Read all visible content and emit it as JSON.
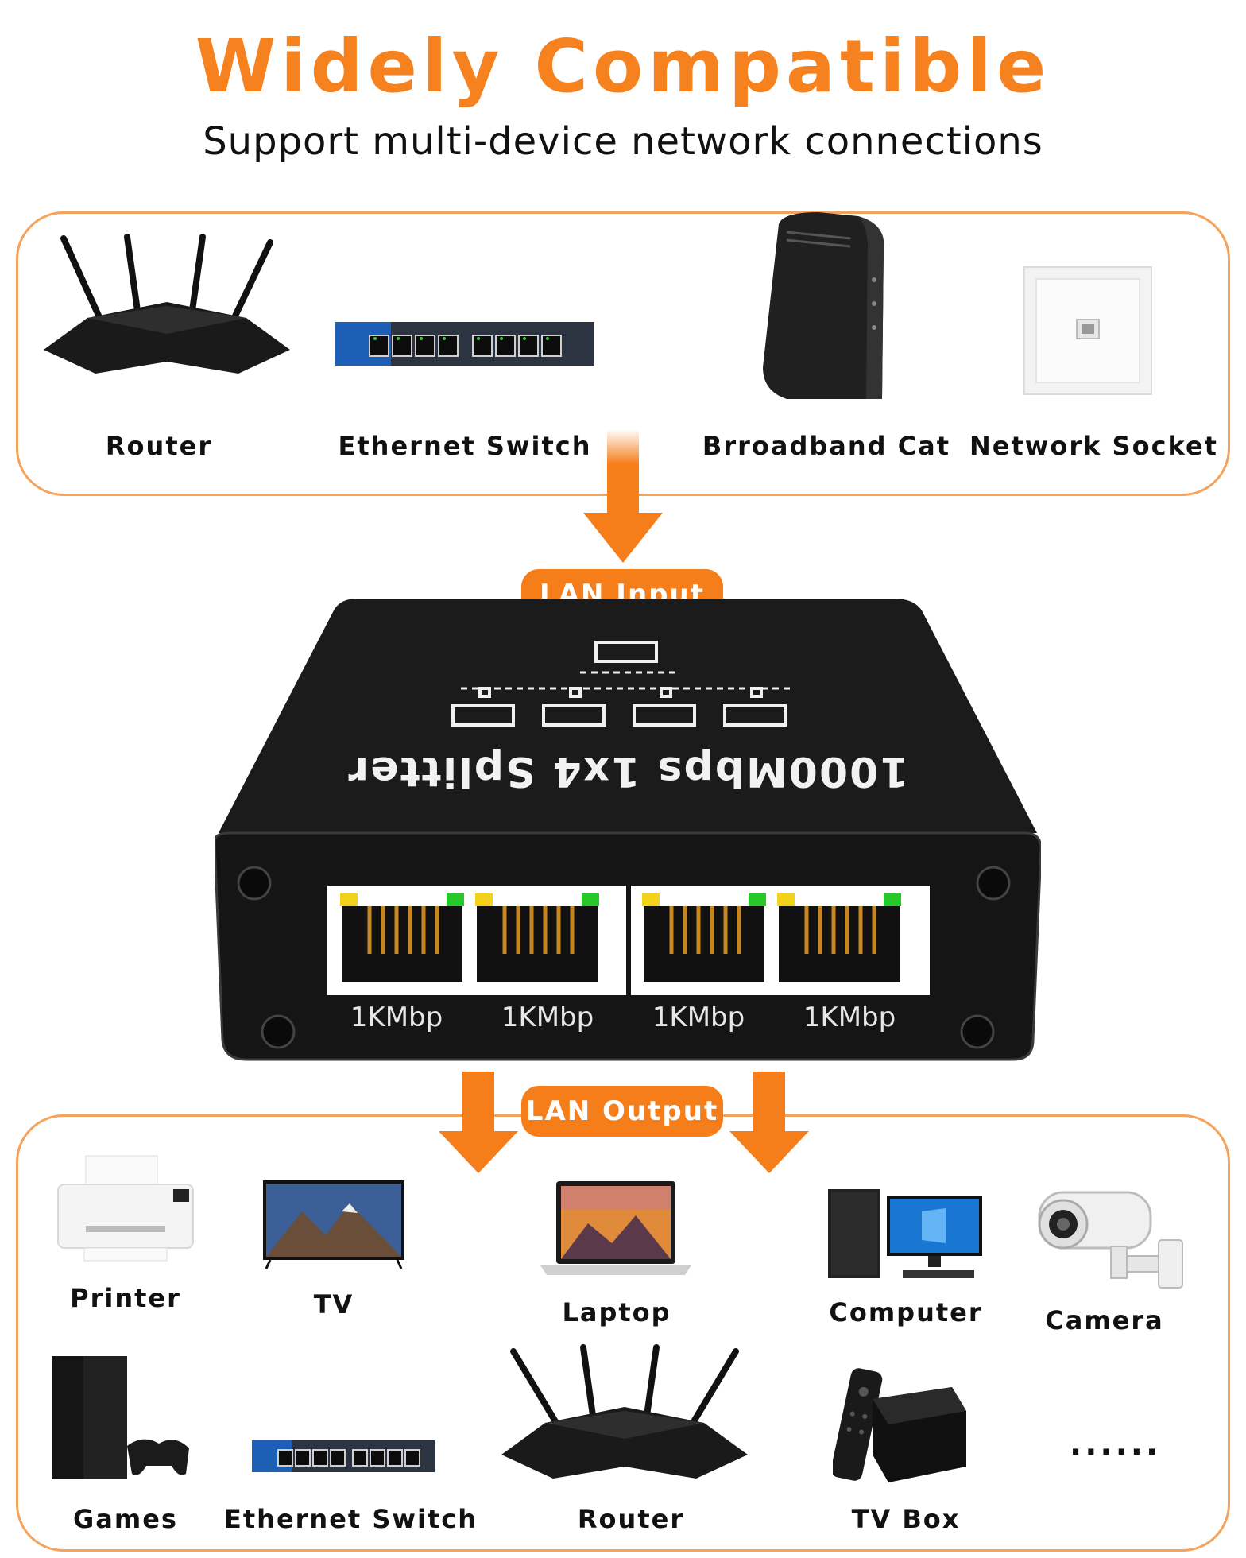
{
  "header": {
    "title": "Widely Compatible",
    "subtitle": "Support multi-device network connections"
  },
  "input_devices": [
    {
      "label": "Router",
      "icon": "router-icon"
    },
    {
      "label": "Ethernet Switch",
      "icon": "ethernet-switch-icon"
    },
    {
      "label": "Brroadband Cat",
      "icon": "modem-icon"
    },
    {
      "label": "Network Socket",
      "icon": "network-socket-icon"
    }
  ],
  "splitter": {
    "input_badge": "LAN Input",
    "output_badge": "LAN Output",
    "device_text": "1000Mbps 1x4 Splitter",
    "ports": [
      {
        "label": "1KMbp"
      },
      {
        "label": "1KMbp"
      },
      {
        "label": "1KMbp"
      },
      {
        "label": "1KMbp"
      }
    ]
  },
  "output_devices": {
    "row1": [
      {
        "label": "Printer",
        "icon": "printer-icon"
      },
      {
        "label": "TV",
        "icon": "tv-icon"
      },
      {
        "label": "Laptop",
        "icon": "laptop-icon"
      },
      {
        "label": "Computer",
        "icon": "computer-icon"
      },
      {
        "label": "Camera",
        "icon": "camera-icon"
      }
    ],
    "row2": [
      {
        "label": "Games",
        "icon": "game-console-icon"
      },
      {
        "label": "Ethernet Switch",
        "icon": "ethernet-switch-icon"
      },
      {
        "label": "Router",
        "icon": "router-icon"
      },
      {
        "label": "TV Box",
        "icon": "tv-box-icon"
      },
      {
        "label": "......",
        "icon": "more-icon"
      }
    ]
  },
  "colors": {
    "accent": "#f57d1a",
    "panel_border": "#f5a25a",
    "device_body": "#1c1c1c",
    "led_yellow": "#f2d21a",
    "led_green": "#28c828"
  }
}
